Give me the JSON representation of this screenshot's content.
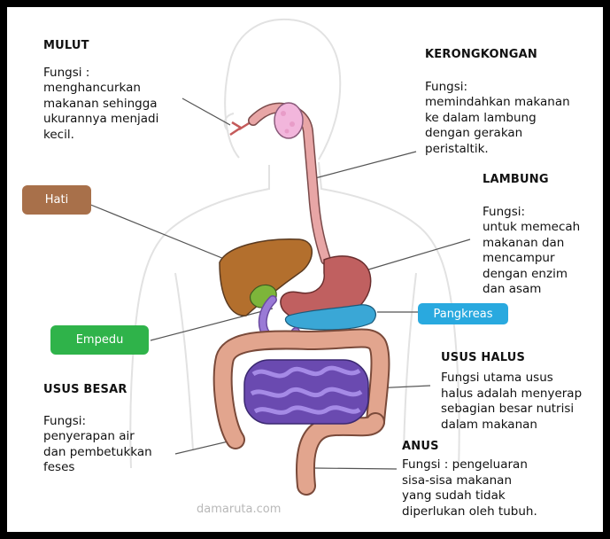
{
  "mulut": {
    "title": "MULUT",
    "label": "Fungsi :",
    "desc": "menghancurkan\nmakanan sehingga\nukurannya menjadi\nkecil."
  },
  "kerongkongan": {
    "title": "KERONGKONGAN",
    "label": "Fungsi:",
    "desc": "memindahkan makanan\nke dalam lambung\ndengan gerakan\nperistaltik."
  },
  "lambung": {
    "title": "LAMBUNG",
    "label": "Fungsi:",
    "desc": "untuk memecah\nmakanan dan\nmencampur\ndengan enzim\ndan asam"
  },
  "hati": {
    "label": "Hati",
    "color": "#a8704a"
  },
  "empedu": {
    "label": "Empedu",
    "color": "#2fb34a"
  },
  "pankreas": {
    "label": "Pangkreas",
    "color": "#29a9df"
  },
  "usus_halus": {
    "title": "USUS HALUS",
    "desc": "Fungsi utama usus\nhalus adalah menyerap\nsebagian besar nutrisi\ndalam makanan"
  },
  "usus_besar": {
    "title": "USUS BESAR",
    "label": "Fungsi:",
    "desc": "penyerapan air\ndan pembetukkan\nfeses"
  },
  "anus": {
    "title": "ANUS",
    "desc": "Fungsi : pengeluaran\nsisa-sisa makanan\nyang sudah tidak\ndiperlukan oleh tubuh."
  },
  "watermark": "damaruta.com"
}
